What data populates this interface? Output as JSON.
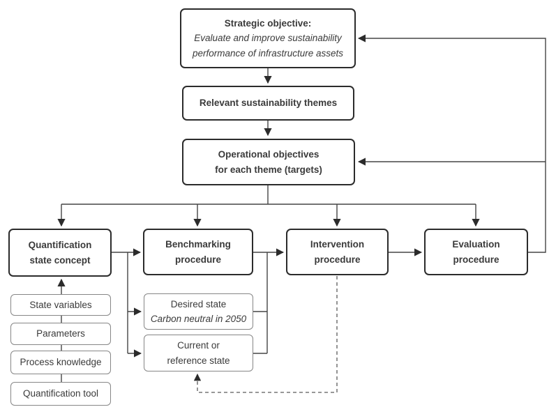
{
  "diagram_type": "flowchart",
  "nodes": {
    "strategic_objective": {
      "heading": "Strategic objective:",
      "line1": "Evaluate and improve sustainability",
      "line2": "performance of infrastructure assets"
    },
    "themes": {
      "label": "Relevant sustainability themes"
    },
    "operational_objectives": {
      "line1": "Operational objectives",
      "line2": "for each theme (targets)"
    },
    "quantification_state_concept": {
      "line1": "Quantification",
      "line2": "state concept"
    },
    "benchmarking_procedure": {
      "line1": "Benchmarking",
      "line2": "procedure"
    },
    "intervention_procedure": {
      "line1": "Intervention",
      "line2": "procedure"
    },
    "evaluation_procedure": {
      "line1": "Evaluation",
      "line2": "procedure"
    },
    "desired_state": {
      "line1": "Desired state",
      "line2": "Carbon neutral in 2050"
    },
    "current_state": {
      "line1": "Current or",
      "line2": "reference state"
    },
    "state_variables": {
      "label": "State variables"
    },
    "parameters": {
      "label": "Parameters"
    },
    "process_knowledge": {
      "label": "Process knowledge"
    },
    "quantification_tool": {
      "label": "Quantification tool"
    }
  },
  "colors": {
    "background": "#ffffff",
    "main_box_border": "#2b2b2b",
    "sub_box_border": "#868686",
    "connector_line": "#454545",
    "dashed_line": "#5a5a5a",
    "text": "#3a3a3a"
  }
}
